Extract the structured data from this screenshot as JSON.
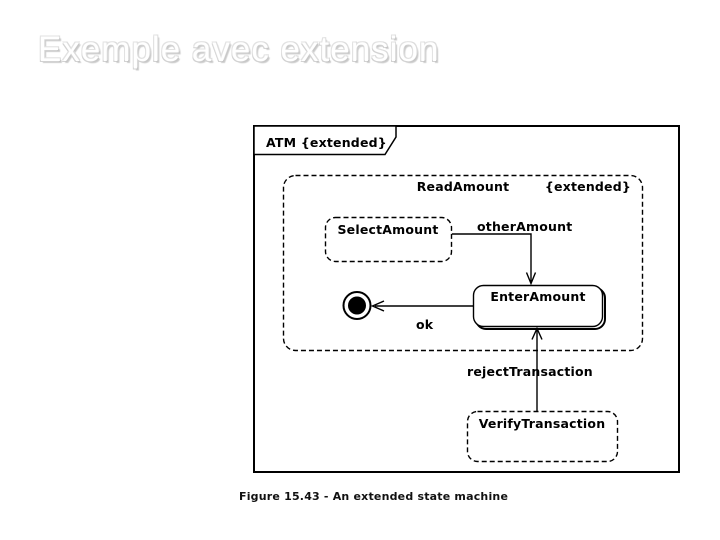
{
  "title": {
    "text": "Exemple avec extension"
  },
  "diagram": {
    "frame_label": "ATM {extended}",
    "composite_name": "ReadAmount",
    "composite_tag": "{extended}",
    "states": {
      "select": "SelectAmount",
      "enter": "EnterAmount",
      "verify": "VerifyTransaction"
    },
    "transitions": {
      "other": "otherAmount",
      "ok": "ok",
      "reject": "rejectTransaction"
    },
    "icons": {
      "final_state": "uml-final-state-icon",
      "arrowheads": [
        "arrowhead-down-icon",
        "arrowhead-left-icon",
        "arrowhead-up-icon"
      ]
    }
  },
  "caption": {
    "text": "Figure 15.43 - An extended state machine"
  },
  "colors": {
    "line": "#000000",
    "background": "#ffffff",
    "title_fill": "#ffffff",
    "title_outline": "#cccccc"
  }
}
